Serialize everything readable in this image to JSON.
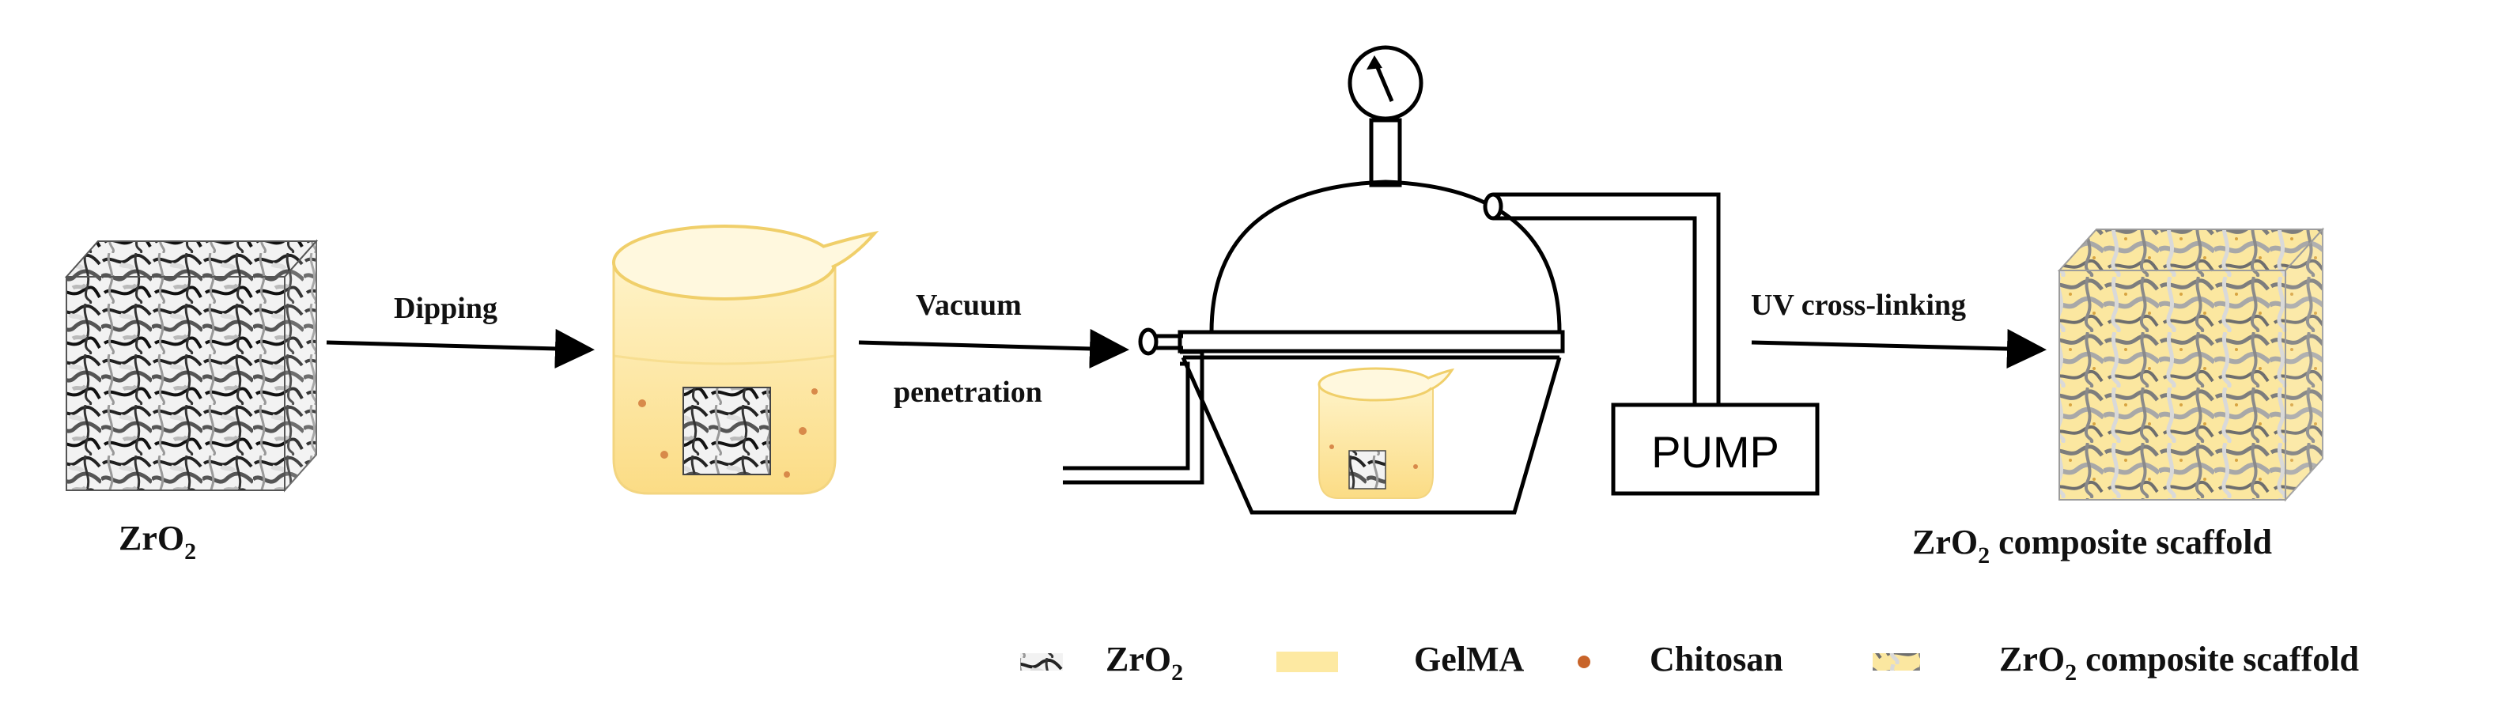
{
  "samples": {
    "raw": {
      "label_main": "ZrO",
      "label_sub": "2"
    },
    "composite": {
      "label_main": "ZrO",
      "label_sub": "2",
      "label_rest": " composite scaffold"
    }
  },
  "steps": {
    "dipping": "Dipping",
    "vacuum_line1": "Vacuum",
    "vacuum_line2": "penetration",
    "uv": "UV cross-linking"
  },
  "apparatus": {
    "pump_label": "PUMP",
    "gauge_icon": "pressure-gauge-icon"
  },
  "legend": {
    "items": [
      {
        "icon": "zro2-texture-swatch",
        "main": "ZrO",
        "sub": "2",
        "rest": ""
      },
      {
        "icon": "gelma-swatch",
        "main": "GelMA",
        "sub": "",
        "rest": ""
      },
      {
        "icon": "chitosan-dot",
        "main": "Chitosan",
        "sub": "",
        "rest": ""
      },
      {
        "icon": "composite-texture-swatch",
        "main": "ZrO",
        "sub": "2",
        "rest": " composite scaffold"
      }
    ]
  },
  "colors": {
    "gelma": "#fde9a2",
    "gelma_dark": "#f7d46e",
    "chitosan": "#c8642a",
    "zro2": "#8c8c8c",
    "stroke": "#000000"
  }
}
